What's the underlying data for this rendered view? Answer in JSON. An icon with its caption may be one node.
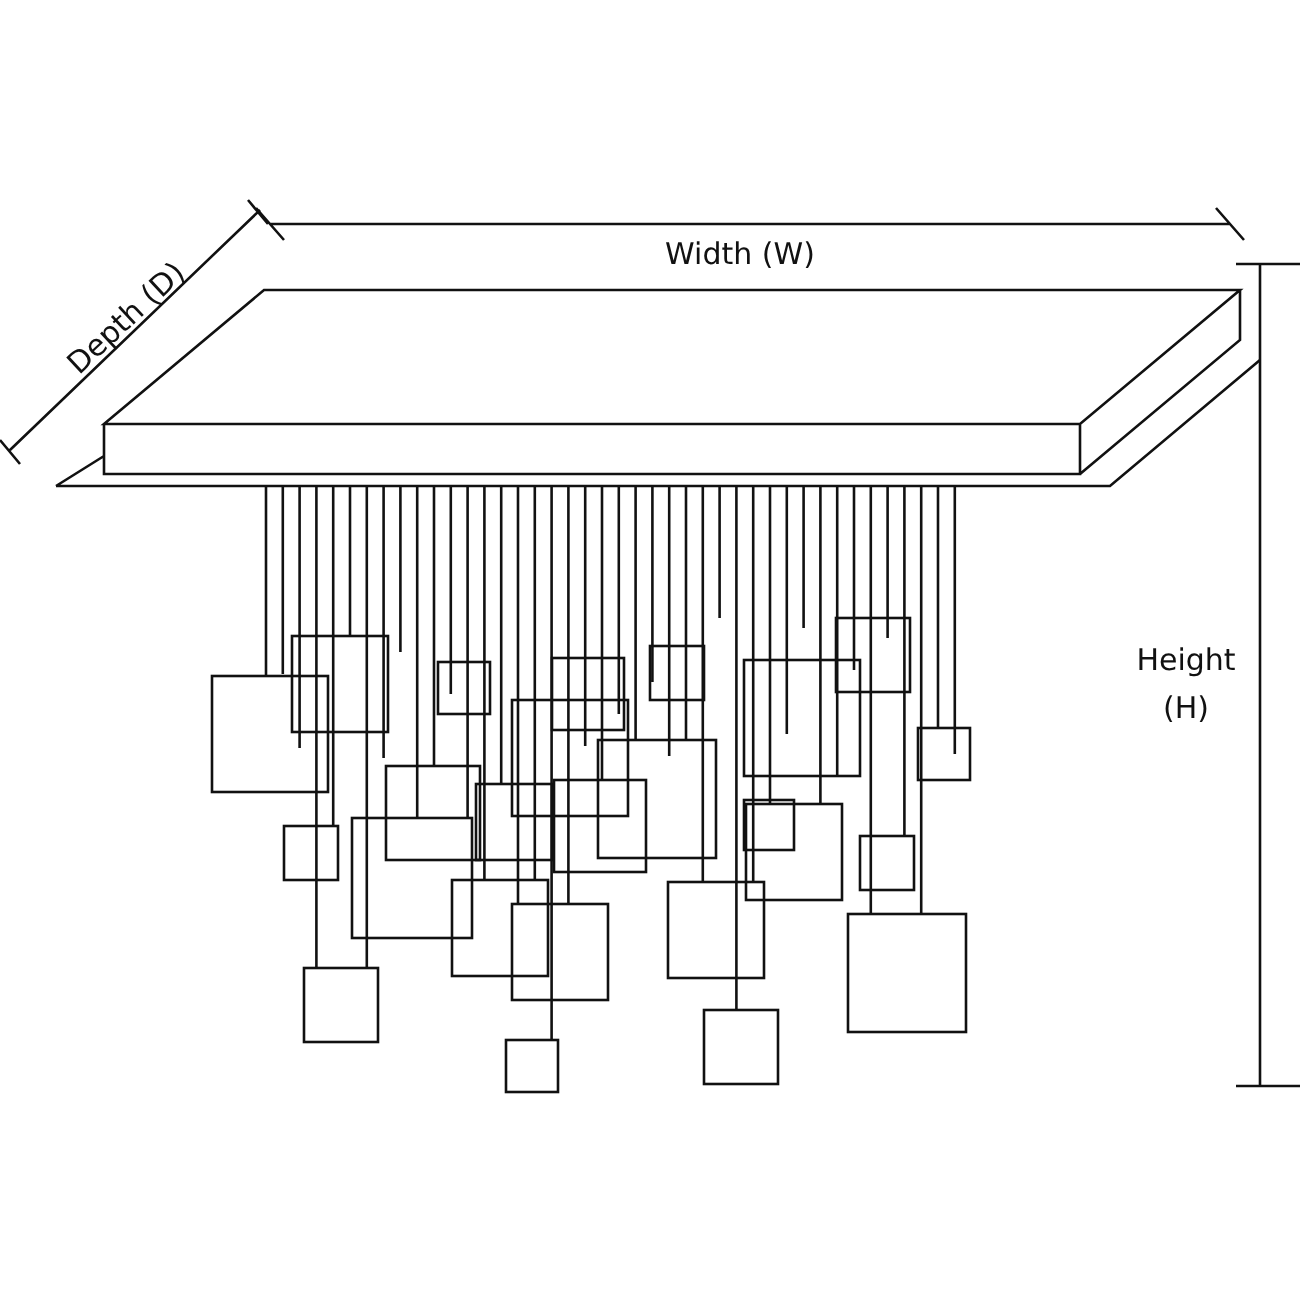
{
  "diagram": {
    "labels": [
      "Depth (D)",
      "Width (W)",
      "Height (H)"
    ]
  }
}
